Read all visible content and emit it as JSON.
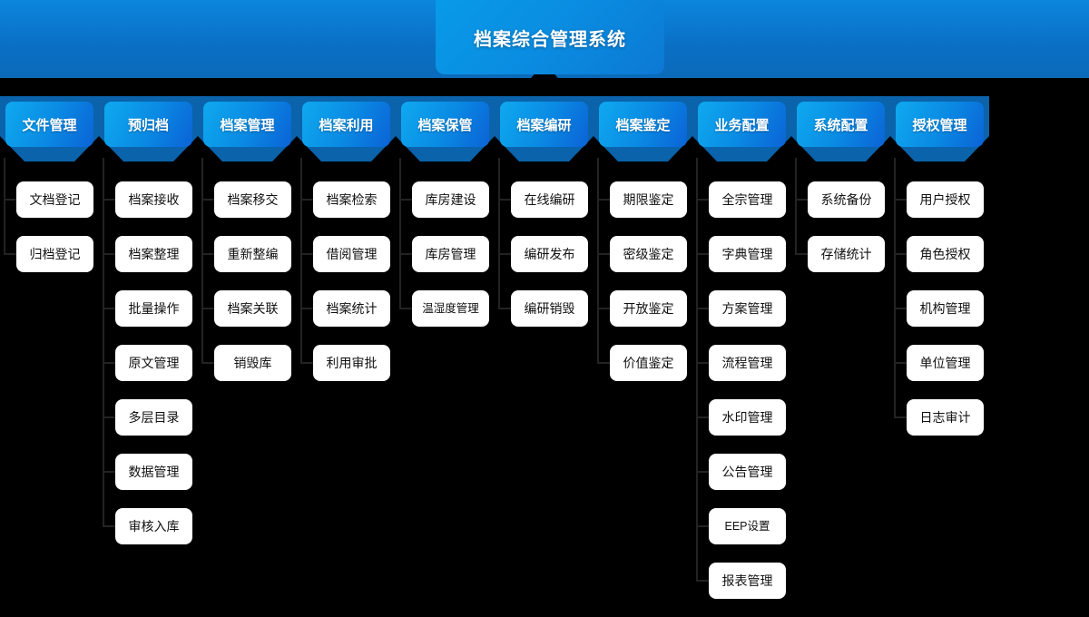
{
  "banner": {
    "title": "档案综合管理系统",
    "accent": "#0a8ce4",
    "shadow_blue": "#0a63ab",
    "line_color": "#232323",
    "background": "#000000"
  },
  "columns": [
    {
      "key": "file-management",
      "header": "文件管理",
      "items": [
        "文档登记",
        "归档登记"
      ]
    },
    {
      "key": "pre-archive",
      "header": "预归档",
      "items": [
        "档案接收",
        "档案整理",
        "批量操作",
        "原文管理",
        "多层目录",
        "数据管理",
        "审核入库"
      ]
    },
    {
      "key": "archive-management",
      "header": "档案管理",
      "items": [
        "档案移交",
        "重新整编",
        "档案关联",
        "销毁库"
      ]
    },
    {
      "key": "archive-utilization",
      "header": "档案利用",
      "items": [
        "档案检索",
        "借阅管理",
        "档案统计",
        "利用审批"
      ]
    },
    {
      "key": "archive-custody",
      "header": "档案保管",
      "items": [
        "库房建设",
        "库房管理",
        "温湿度管理"
      ]
    },
    {
      "key": "archive-research",
      "header": "档案编研",
      "items": [
        "在线编研",
        "编研发布",
        "编研销毁"
      ]
    },
    {
      "key": "archive-appraisal",
      "header": "档案鉴定",
      "items": [
        "期限鉴定",
        "密级鉴定",
        "开放鉴定",
        "价值鉴定"
      ]
    },
    {
      "key": "business-config",
      "header": "业务配置",
      "items": [
        "全宗管理",
        "字典管理",
        "方案管理",
        "流程管理",
        "水印管理",
        "公告管理",
        "EEP设置",
        "报表管理"
      ]
    },
    {
      "key": "system-config",
      "header": "系统配置",
      "items": [
        "系统备份",
        "存储统计"
      ]
    },
    {
      "key": "authorization-management",
      "header": "授权管理",
      "items": [
        "用户授权",
        "角色授权",
        "机构管理",
        "单位管理",
        "日志审计"
      ]
    }
  ]
}
